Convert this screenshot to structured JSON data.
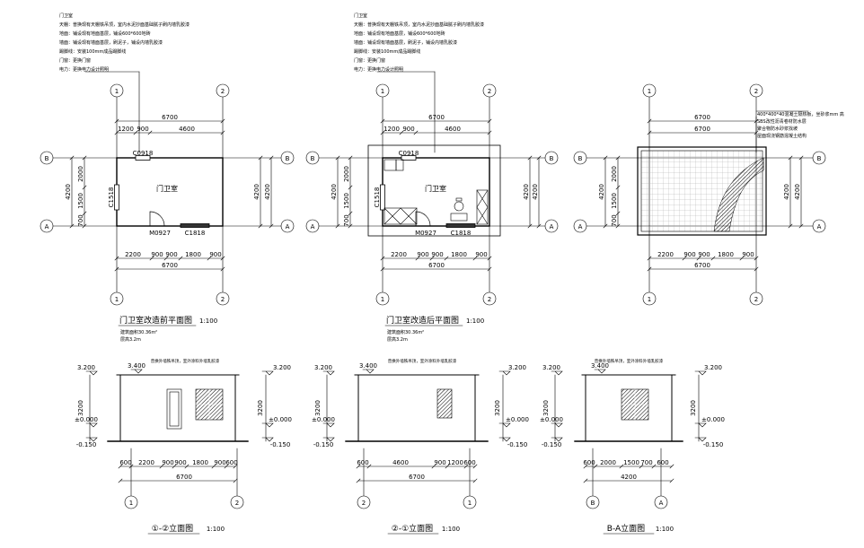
{
  "notes": {
    "left": [
      "门卫室",
      "天棚：普换现有天棚铁吊顶，室内水泥抄面基础腻子刷内墙乳胶漆",
      "地面：铺设现有地面基层，铺设600*600地砖",
      "墙面：铺设现有墙面基层，刷泥子，铺设内墙乳胶漆",
      "踢脚线：安装100mm成品踢脚线",
      "门窗：更换门窗",
      "电力：更换电力设计照明"
    ],
    "middle": [
      "门卫室",
      "天棚：普换现有天棚铁吊顶，室内水泥抄面基础腻子刷内墙乳胶漆",
      "地面：铺设现有地面基层，铺设600*600地砖",
      "墙面：铺设现有墙面基层，刷泥子，铺设内墙乳胶漆",
      "踢脚线：安装100mm成品踢脚线",
      "门窗：更换门窗",
      "电力：更换电力设计照明"
    ]
  },
  "axes": {
    "a1": "1",
    "a2": "2",
    "ab": "B",
    "aa": "A"
  },
  "plan_dims": {
    "total": "6700",
    "seg_top1": "1200",
    "seg_top2": "900",
    "seg_top3": "4600",
    "bottom": [
      "2200",
      "900",
      "900",
      "1800",
      "900"
    ],
    "vertical_total": "4200",
    "vertical": [
      "2000",
      "1500",
      "700"
    ]
  },
  "plan_labels": {
    "window_top": "C0918",
    "window_left": "C1518",
    "door": "M0927",
    "window_bottom": "C1818",
    "room": "门卫室",
    "room_after": "门卫室"
  },
  "roof": {
    "notes": [
      "400*400*40混凝土隔热板，坐砂浆mm 高",
      "SBS改性沥青卷材防水层",
      "聚合物防水砂浆找坡",
      "屋面现浇钢筋混凝土结构"
    ],
    "total": "6700"
  },
  "titles": {
    "plan_before": "门卫室改造前平面图",
    "plan_after": "门卫室改造后平面图",
    "scale": "1:100",
    "area": "建筑面积30.36m²",
    "height": "层高3.2m",
    "elev_12": "①-②立面图",
    "elev_21": "②-①立面图",
    "elev_ba": "B-A立面图"
  },
  "elev": {
    "top": "3.200",
    "parapet": "3.400",
    "floor": "±0.000",
    "ground": "-0.150",
    "height": "3200",
    "note": "普换外墙铁吊顶，室外涂料外墙乳胶漆",
    "e1_dims": [
      "600",
      "2200",
      "900",
      "900",
      "1800",
      "900",
      "600"
    ],
    "e1_total": "6700",
    "e2_dims": [
      "600",
      "4600",
      "900",
      "1200",
      "600"
    ],
    "e2_total": "6700",
    "e3_dims": [
      "600",
      "2000",
      "1500",
      "700",
      "600"
    ],
    "e3_total": "4200"
  }
}
